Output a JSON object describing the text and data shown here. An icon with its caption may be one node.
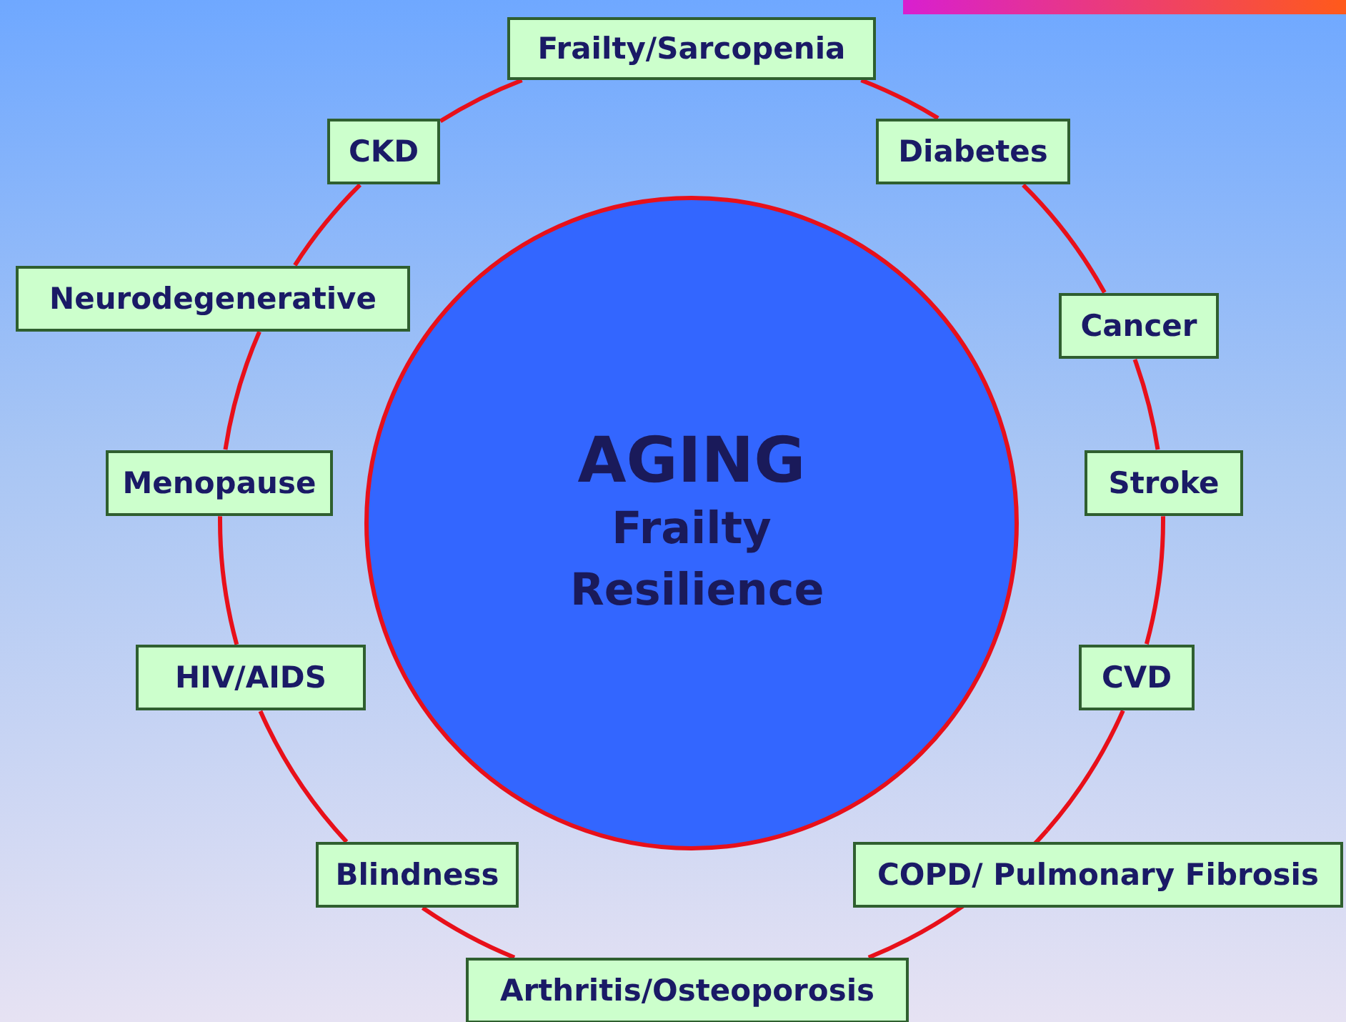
{
  "diagram": {
    "nodes": [
      {
        "text": [
          "AGING",
          "Frailty Resilience"
        ]
      },
      {
        "text": [
          "Frailty/Sarcopenia"
        ]
      },
      {
        "text": [
          "CKD"
        ]
      },
      {
        "text": [
          "Diabetes"
        ]
      },
      {
        "text": [
          "Neurodegenerative"
        ]
      },
      {
        "text": [
          "Cancer"
        ]
      },
      {
        "text": [
          "Menopause"
        ]
      },
      {
        "text": [
          "Stroke"
        ]
      },
      {
        "text": [
          "HIV/AIDS"
        ]
      },
      {
        "text": [
          "CVD"
        ]
      },
      {
        "text": [
          "Blindness"
        ]
      },
      {
        "text": [
          "COPD/ Pulmonary Fibrosis"
        ]
      },
      {
        "text": [
          "Arthritis/Osteoporosis"
        ]
      }
    ],
    "edges": [
      {
        "from": 1,
        "to": 3,
        "arrow": "none"
      },
      {
        "from": 3,
        "to": 5,
        "arrow": "none"
      },
      {
        "from": 5,
        "to": 7,
        "arrow": "none"
      },
      {
        "from": 7,
        "to": 9,
        "arrow": "none"
      },
      {
        "from": 9,
        "to": 11,
        "arrow": "none"
      },
      {
        "from": 11,
        "to": 12,
        "arrow": "none"
      },
      {
        "from": 12,
        "to": 10,
        "arrow": "none"
      },
      {
        "from": 10,
        "to": 8,
        "arrow": "none"
      },
      {
        "from": 8,
        "to": 6,
        "arrow": "none"
      },
      {
        "from": 6,
        "to": 4,
        "arrow": "none"
      },
      {
        "from": 4,
        "to": 2,
        "arrow": "none"
      },
      {
        "from": 2,
        "to": 1,
        "arrow": "none"
      }
    ]
  }
}
